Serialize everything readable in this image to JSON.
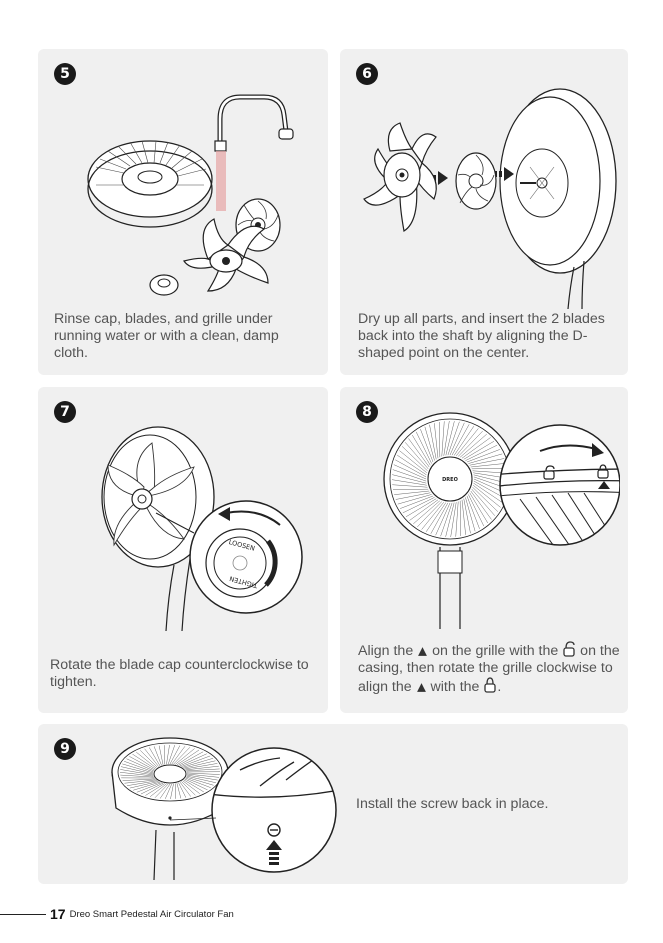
{
  "steps": [
    {
      "number": "5",
      "text": "Rinse cap, blades, and grille under running water or with a clean, damp cloth."
    },
    {
      "number": "6",
      "text": "Dry up all parts, and insert the 2 blades back into the shaft by aligning the D-shaped point on the center."
    },
    {
      "number": "7",
      "text": "Rotate the blade cap counterclockwise to tighten."
    },
    {
      "number": "8",
      "text_parts": [
        "Align the ",
        " on the grille with the ",
        " on the casing, then rotate the grille clockwise to align the ",
        " with the ",
        "."
      ]
    },
    {
      "number": "9",
      "text": "Install the screw back in place."
    }
  ],
  "labels": {
    "loosen": "LOOSEN",
    "tighten": "TIGHTEN",
    "brand": "DREO"
  },
  "footer": {
    "page_number": "17",
    "title": "Dreo Smart Pedestal Air Circulator Fan"
  },
  "icons": [
    "unlock-icon",
    "lock-icon",
    "triangle-up-icon",
    "screw-icon",
    "arrow-up-icon"
  ],
  "colors": {
    "card_bg": "#f0f0f0",
    "badge_bg": "#1a1a1a",
    "text": "#555555"
  }
}
